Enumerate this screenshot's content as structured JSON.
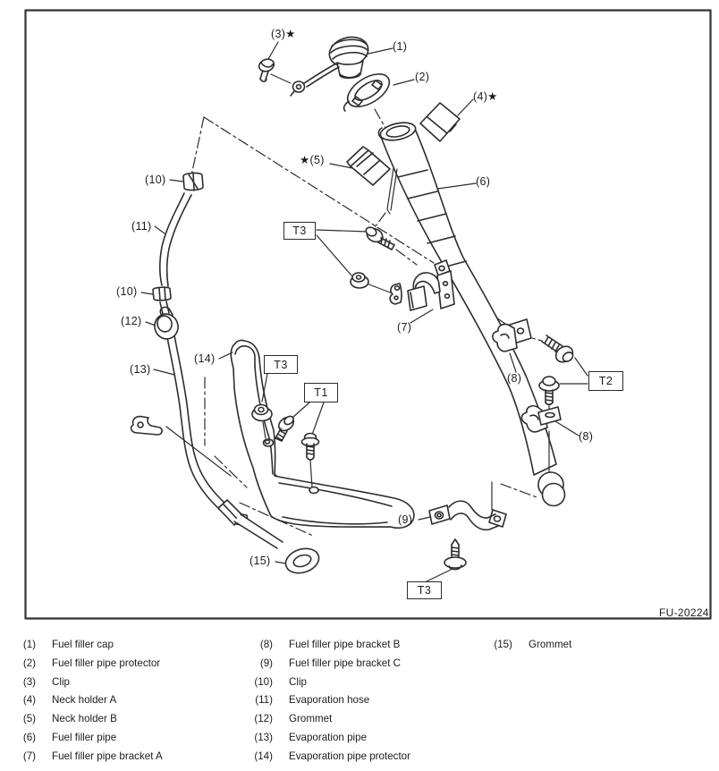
{
  "diagram": {
    "figure_code": "FU-20224",
    "callouts": [
      {
        "ref": "1",
        "text": "(1)"
      },
      {
        "ref": "2",
        "text": "(2)"
      },
      {
        "ref": "3",
        "text": "(3)★"
      },
      {
        "ref": "4",
        "text": "(4)★"
      },
      {
        "ref": "5",
        "text": "★(5)"
      },
      {
        "ref": "6",
        "text": "(6)"
      },
      {
        "ref": "7",
        "text": "(7)"
      },
      {
        "ref": "8a",
        "text": "(8)"
      },
      {
        "ref": "8b",
        "text": "(8)"
      },
      {
        "ref": "9",
        "text": "(9)"
      },
      {
        "ref": "10a",
        "text": "(10)"
      },
      {
        "ref": "10b",
        "text": "(10)"
      },
      {
        "ref": "11",
        "text": "(11)"
      },
      {
        "ref": "12",
        "text": "(12)"
      },
      {
        "ref": "13",
        "text": "(13)"
      },
      {
        "ref": "14",
        "text": "(14)"
      },
      {
        "ref": "15",
        "text": "(15)"
      }
    ],
    "torque_refs": [
      {
        "label": "T3"
      },
      {
        "label": "T3"
      },
      {
        "label": "T1"
      },
      {
        "label": "T2"
      },
      {
        "label": "T3"
      }
    ],
    "line_color": "#2d2d2d"
  },
  "legend": {
    "columns": [
      {
        "items": [
          {
            "num": "(1)",
            "label": "Fuel filler cap"
          },
          {
            "num": "(2)",
            "label": "Fuel filler pipe protector"
          },
          {
            "num": "(3)",
            "label": "Clip"
          },
          {
            "num": "(4)",
            "label": "Neck holder A"
          },
          {
            "num": "(5)",
            "label": "Neck holder B"
          },
          {
            "num": "(6)",
            "label": "Fuel filler pipe"
          },
          {
            "num": "(7)",
            "label": "Fuel filler pipe bracket A"
          }
        ]
      },
      {
        "items": [
          {
            "num": "(8)",
            "label": "Fuel filler pipe bracket B"
          },
          {
            "num": "(9)",
            "label": "Fuel filler pipe bracket C"
          },
          {
            "num": "(10)",
            "label": "Clip"
          },
          {
            "num": "(11)",
            "label": "Evaporation hose"
          },
          {
            "num": "(12)",
            "label": "Grommet"
          },
          {
            "num": "(13)",
            "label": "Evaporation pipe"
          },
          {
            "num": "(14)",
            "label": "Evaporation pipe protector"
          }
        ]
      },
      {
        "items": [
          {
            "num": "(15)",
            "label": "Grommet"
          }
        ]
      }
    ]
  }
}
